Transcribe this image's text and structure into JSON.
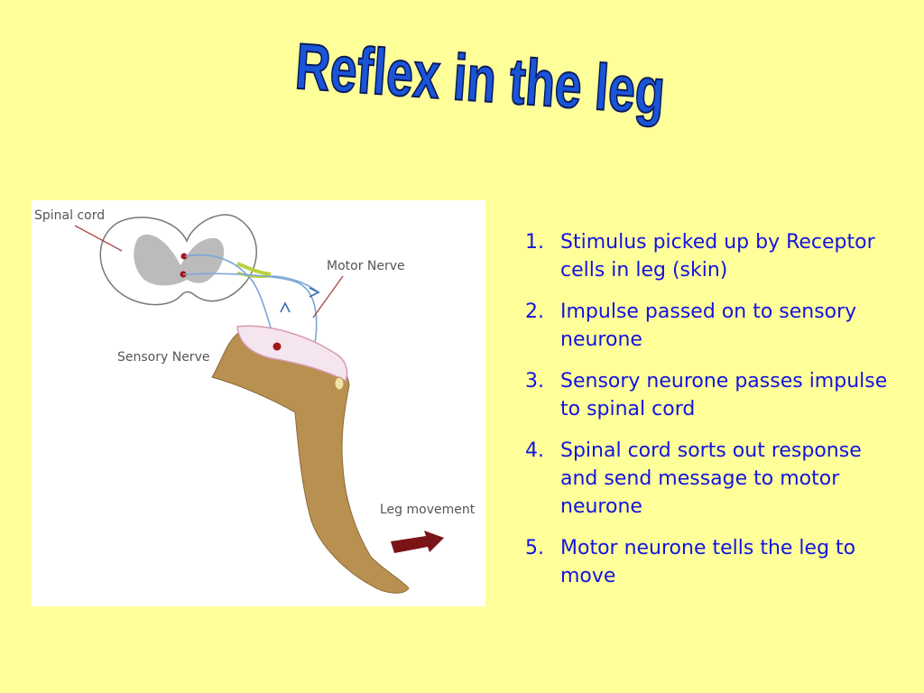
{
  "slide": {
    "title": "Reflex in the leg",
    "background_color": "#ffff99",
    "title_color": "#1a55d8",
    "text_color": "#1414e0"
  },
  "diagram": {
    "labels": {
      "spinal_cord": "Spinal cord",
      "motor_nerve": "Motor Nerve",
      "sensory_nerve": "Sensory Nerve",
      "leg_movement": "Leg movement"
    },
    "colors": {
      "leg": "#b89050",
      "nerve": "#7aa6d8",
      "spinal_grey": "#bbbbbb",
      "marker": "#a01818",
      "movement_arrow": "#7a1416",
      "root": "#bcd040"
    }
  },
  "steps": [
    {
      "number": "1.",
      "text": "Stimulus picked up by Receptor cells in leg (skin)"
    },
    {
      "number": "2.",
      "text": "Impulse passed on to sensory neurone"
    },
    {
      "number": "3.",
      "text": "Sensory neurone passes impulse to spinal cord"
    },
    {
      "number": "4.",
      "text": "Spinal cord sorts out response and send message to motor neurone"
    },
    {
      "number": "5.",
      "text": "Motor neurone tells the leg to move"
    }
  ]
}
